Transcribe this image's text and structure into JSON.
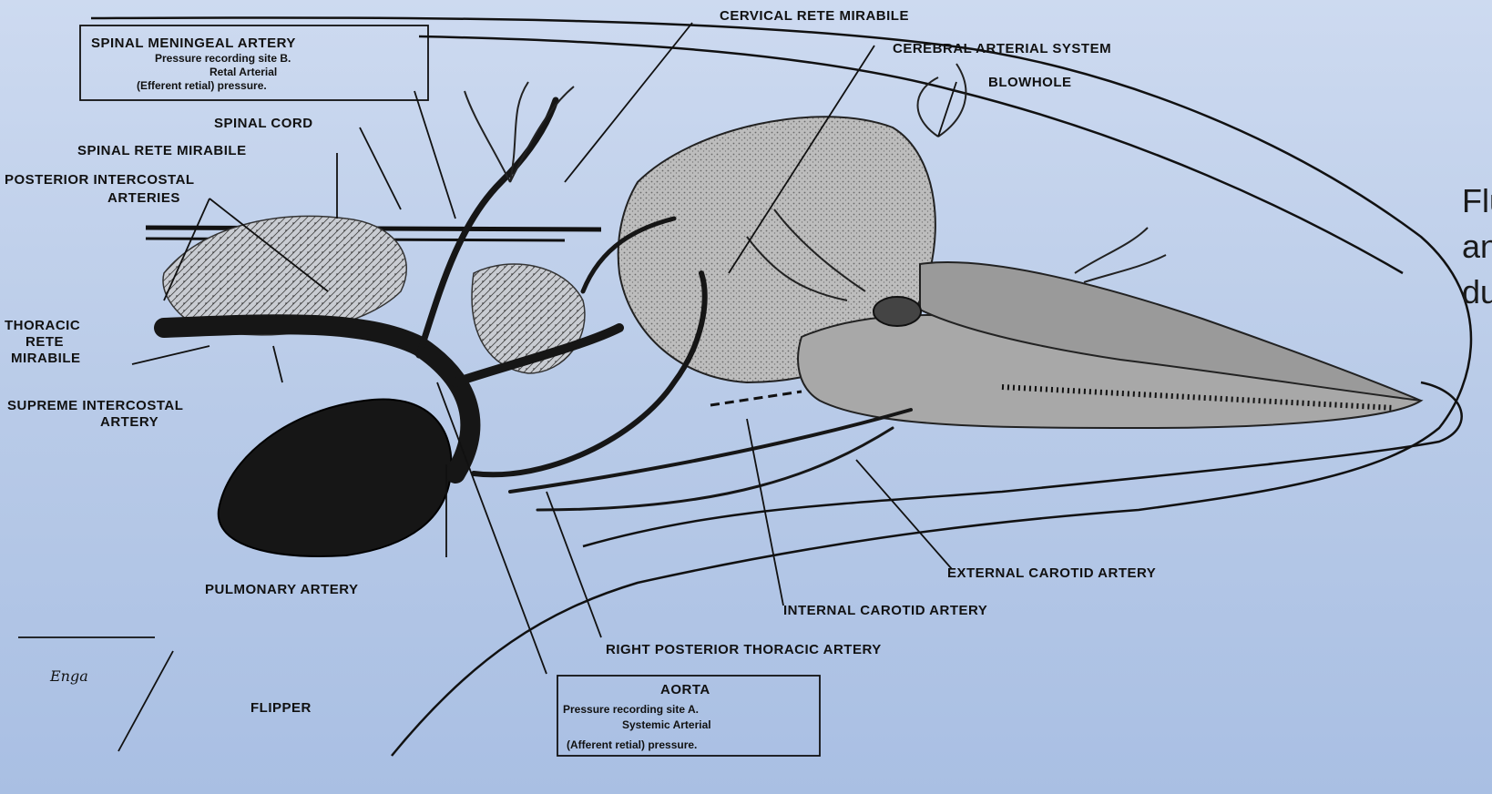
{
  "labels": {
    "spinal_meningeal_title": "SPINAL MENINGEAL ARTERY",
    "spinal_meningeal_note1": "Pressure recording site B.",
    "spinal_meningeal_note2": "Retal Arterial",
    "spinal_meningeal_note3": "(Efferent retial) pressure.",
    "cervical_rete": "CERVICAL RETE MIRABILE",
    "cerebral_system": "CEREBRAL ARTERIAL SYSTEM",
    "blowhole": "BLOWHOLE",
    "spinal_cord": "SPINAL CORD",
    "spinal_rete": "SPINAL RETE MIRABILE",
    "posterior_intercostal_1": "POSTERIOR INTERCOSTAL",
    "posterior_intercostal_2": "ARTERIES",
    "thoracic_rete_1": "THORACIC",
    "thoracic_rete_2": "RETE",
    "thoracic_rete_3": "MIRABILE",
    "supreme_intercostal_1": "SUPREME INTERCOSTAL",
    "supreme_intercostal_2": "ARTERY",
    "pulmonary_artery": "PULMONARY ARTERY",
    "external_carotid": "EXTERNAL CAROTID ARTERY",
    "internal_carotid": "INTERNAL CAROTID ARTERY",
    "right_posterior_thoracic": "RIGHT POSTERIOR THORACIC ARTERY",
    "aorta_title": "AORTA",
    "aorta_note1": "Pressure recording site A.",
    "aorta_note2": "Systemic Arterial",
    "aorta_note3": "(Afferent retial) pressure.",
    "flipper": "FLIPPER",
    "scale_signature": "Enga"
  },
  "side_text": {
    "line1": "Flu",
    "line2": "an",
    "line3": "du"
  }
}
